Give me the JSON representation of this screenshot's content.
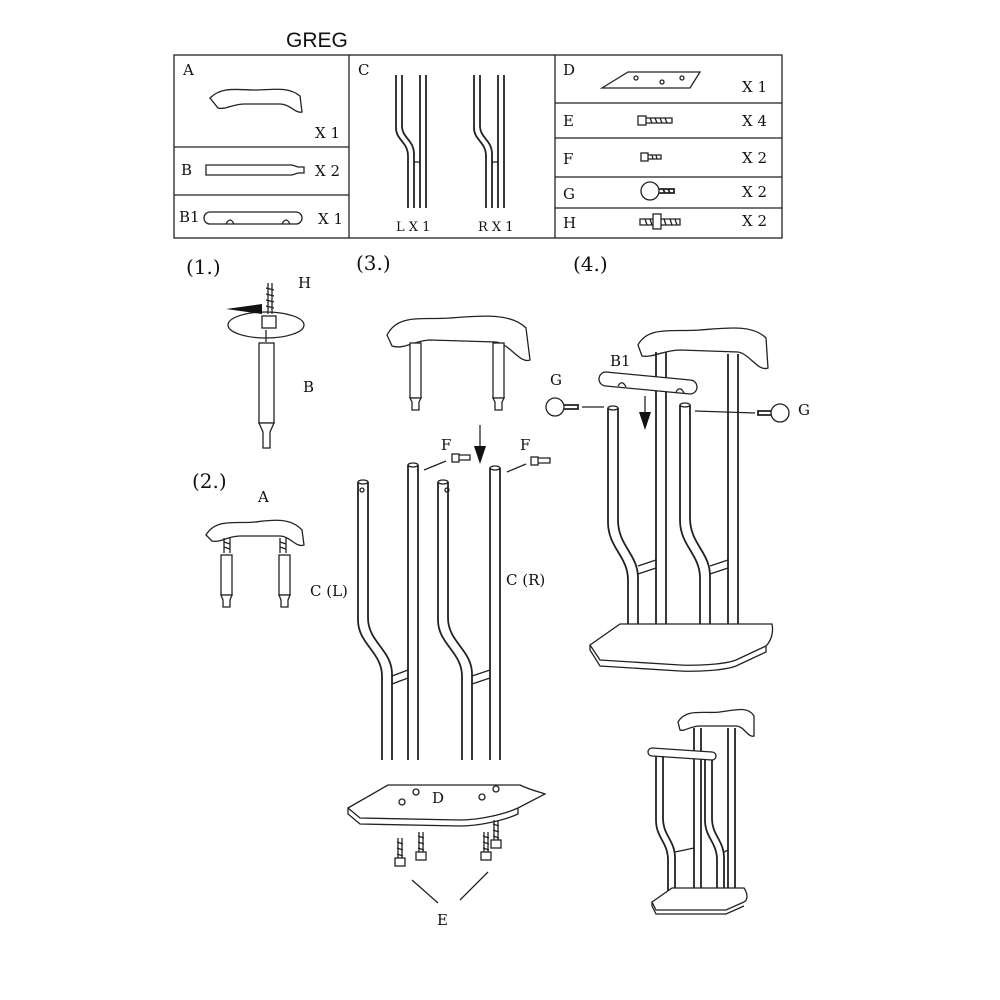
{
  "title": "GREG",
  "parts": [
    {
      "letter": "A",
      "qty": "X 1"
    },
    {
      "letter": "B",
      "qty": "X 2"
    },
    {
      "letter": "B1",
      "qty": "X 1"
    },
    {
      "letter": "C",
      "left": "L X 1",
      "right": "R X 1"
    },
    {
      "letter": "D",
      "qty": "X 1"
    },
    {
      "letter": "E",
      "qty": "X 4"
    },
    {
      "letter": "F",
      "qty": "X 2"
    },
    {
      "letter": "G",
      "qty": "X 2"
    },
    {
      "letter": "H",
      "qty": "X 2"
    }
  ],
  "steps": [
    "(1.)",
    "(2.)",
    "(3.)",
    "(4.)"
  ],
  "callouts": {
    "h": "H",
    "b": "B",
    "a": "A",
    "f": "F",
    "c_left": "C (L)",
    "c_right": "C (R)",
    "d": "D",
    "e": "E",
    "b1": "B1",
    "g": "G"
  }
}
